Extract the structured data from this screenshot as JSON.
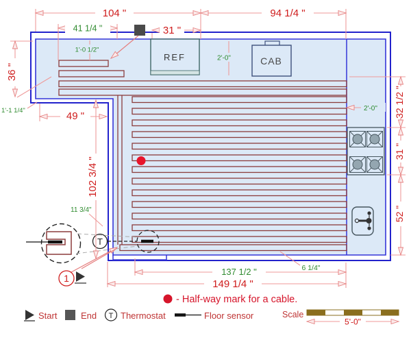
{
  "drawing_title": "floor-heating-cable-kitchen-plan",
  "fixtures": {
    "ref": "REF",
    "cab": "CAB"
  },
  "symbols": {
    "thermostat": "T",
    "start_number": "1"
  },
  "dims": {
    "d104": {
      "text": "104 \""
    },
    "d94": {
      "text": "94 1/4 \""
    },
    "d41": {
      "text": "41 1/4 \""
    },
    "d31_top": {
      "text": "31 \""
    },
    "d36": {
      "text": "36 \""
    },
    "d1_0_5": {
      "text": "1'-0 1/2\""
    },
    "d1_1_25": {
      "text": "1'-1 1/4\""
    },
    "d49": {
      "text": "49 \""
    },
    "d102": {
      "text": "102 3/4 \""
    },
    "d11_75": {
      "text": "11 3/4\""
    },
    "d2_0_top": {
      "text": "2'-0\""
    },
    "d2_0_right": {
      "text": "2'-0\""
    },
    "d32_5": {
      "text": "32 1/2 \""
    },
    "d31_right": {
      "text": "31 \""
    },
    "d52": {
      "text": "52 \""
    },
    "d137": {
      "text": "137 1/2 \""
    },
    "d149": {
      "text": "149 1/4 \""
    },
    "d6_25": {
      "text": "6 1/4\""
    }
  },
  "note": {
    "text": "- Half-way mark for a cable."
  },
  "legend": {
    "start": "Start",
    "end": "End",
    "thermostat": "Thermostat",
    "thermostat_symbol": "T",
    "floor_sensor": "Floor sensor"
  },
  "scale": {
    "label": "Scale",
    "length": "5'-0\""
  },
  "colors": {
    "wall_blue": "#2222cc",
    "floor_fill": "#dce9f7",
    "cable": "#8b3c3c",
    "dim_line_pink": "#ef9a9a",
    "dim_text_red": "#cf1d1d",
    "dim_text_green": "#2f8b2f",
    "marker_dark": "#4a4a4a",
    "halfway_red": "#d6152b",
    "scale_bar_brown": "#8a6e1e"
  }
}
